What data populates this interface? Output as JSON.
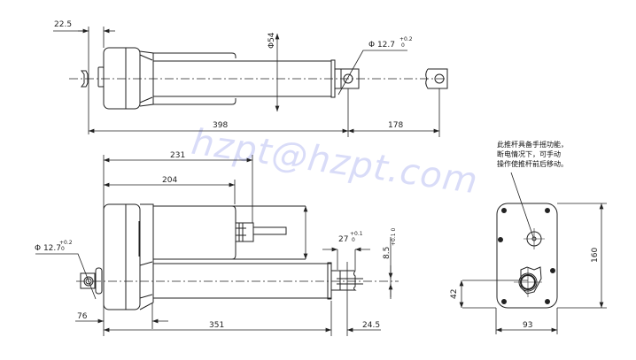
{
  "drawing": {
    "type": "linear actuator dimension drawing",
    "top_view": {
      "dims": {
        "d_22_5": "22.5",
        "d_398": "398",
        "d_178": "178",
        "phi54": "Φ54",
        "hole": "Φ 12.7",
        "hole_tol_up": "+0.2",
        "hole_tol_low": "0"
      }
    },
    "side_view": {
      "dims": {
        "d_231": "231",
        "d_204": "204",
        "d_76": "76",
        "d_351": "351",
        "d_24_5": "24.5",
        "d_27": "27",
        "d_27_tol_up": "+0.1",
        "d_27_tol_low": "0",
        "d_8_5": "8.5",
        "d_8_5_tol": "+0.1 0",
        "hole": "Φ 12.7",
        "hole_tol_up": "+0.2",
        "hole_tol_low": "0"
      }
    },
    "end_view": {
      "dims": {
        "d_160": "160",
        "d_93": "93",
        "d_42": "42"
      },
      "note_lines": [
        "此推杆具备手摇功能，",
        "断电情况下，可手动",
        "操作使推杆前后移动。"
      ]
    },
    "watermark": "hzpt@hzpt.com"
  }
}
